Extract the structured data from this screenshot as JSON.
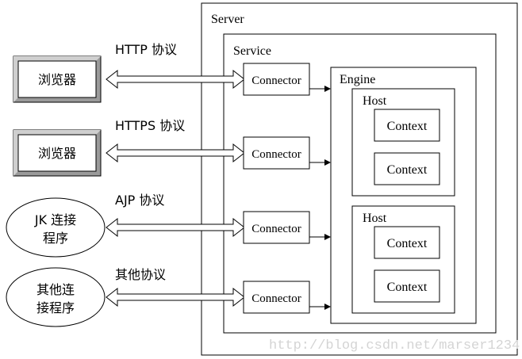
{
  "diagram": {
    "server_label": "Server",
    "service_label": "Service",
    "engine_label": "Engine",
    "host_label": "Host",
    "context_label": "Context",
    "connector_label": "Connector",
    "clients": [
      {
        "shape": "box",
        "lines": [
          "浏览器"
        ],
        "protocol": "HTTP 协议"
      },
      {
        "shape": "box",
        "lines": [
          "浏览器"
        ],
        "protocol": "HTTPS 协议"
      },
      {
        "shape": "ellipse",
        "lines": [
          "JK 连接",
          "程序"
        ],
        "protocol": "AJP 协议"
      },
      {
        "shape": "ellipse",
        "lines": [
          "其他连",
          "接程序"
        ],
        "protocol": "其他协议"
      }
    ],
    "hosts": [
      {
        "contexts": [
          "Context",
          "Context"
        ]
      },
      {
        "contexts": [
          "Context",
          "Context"
        ]
      }
    ],
    "watermark": "http://blog.csdn.net/marser1234"
  }
}
